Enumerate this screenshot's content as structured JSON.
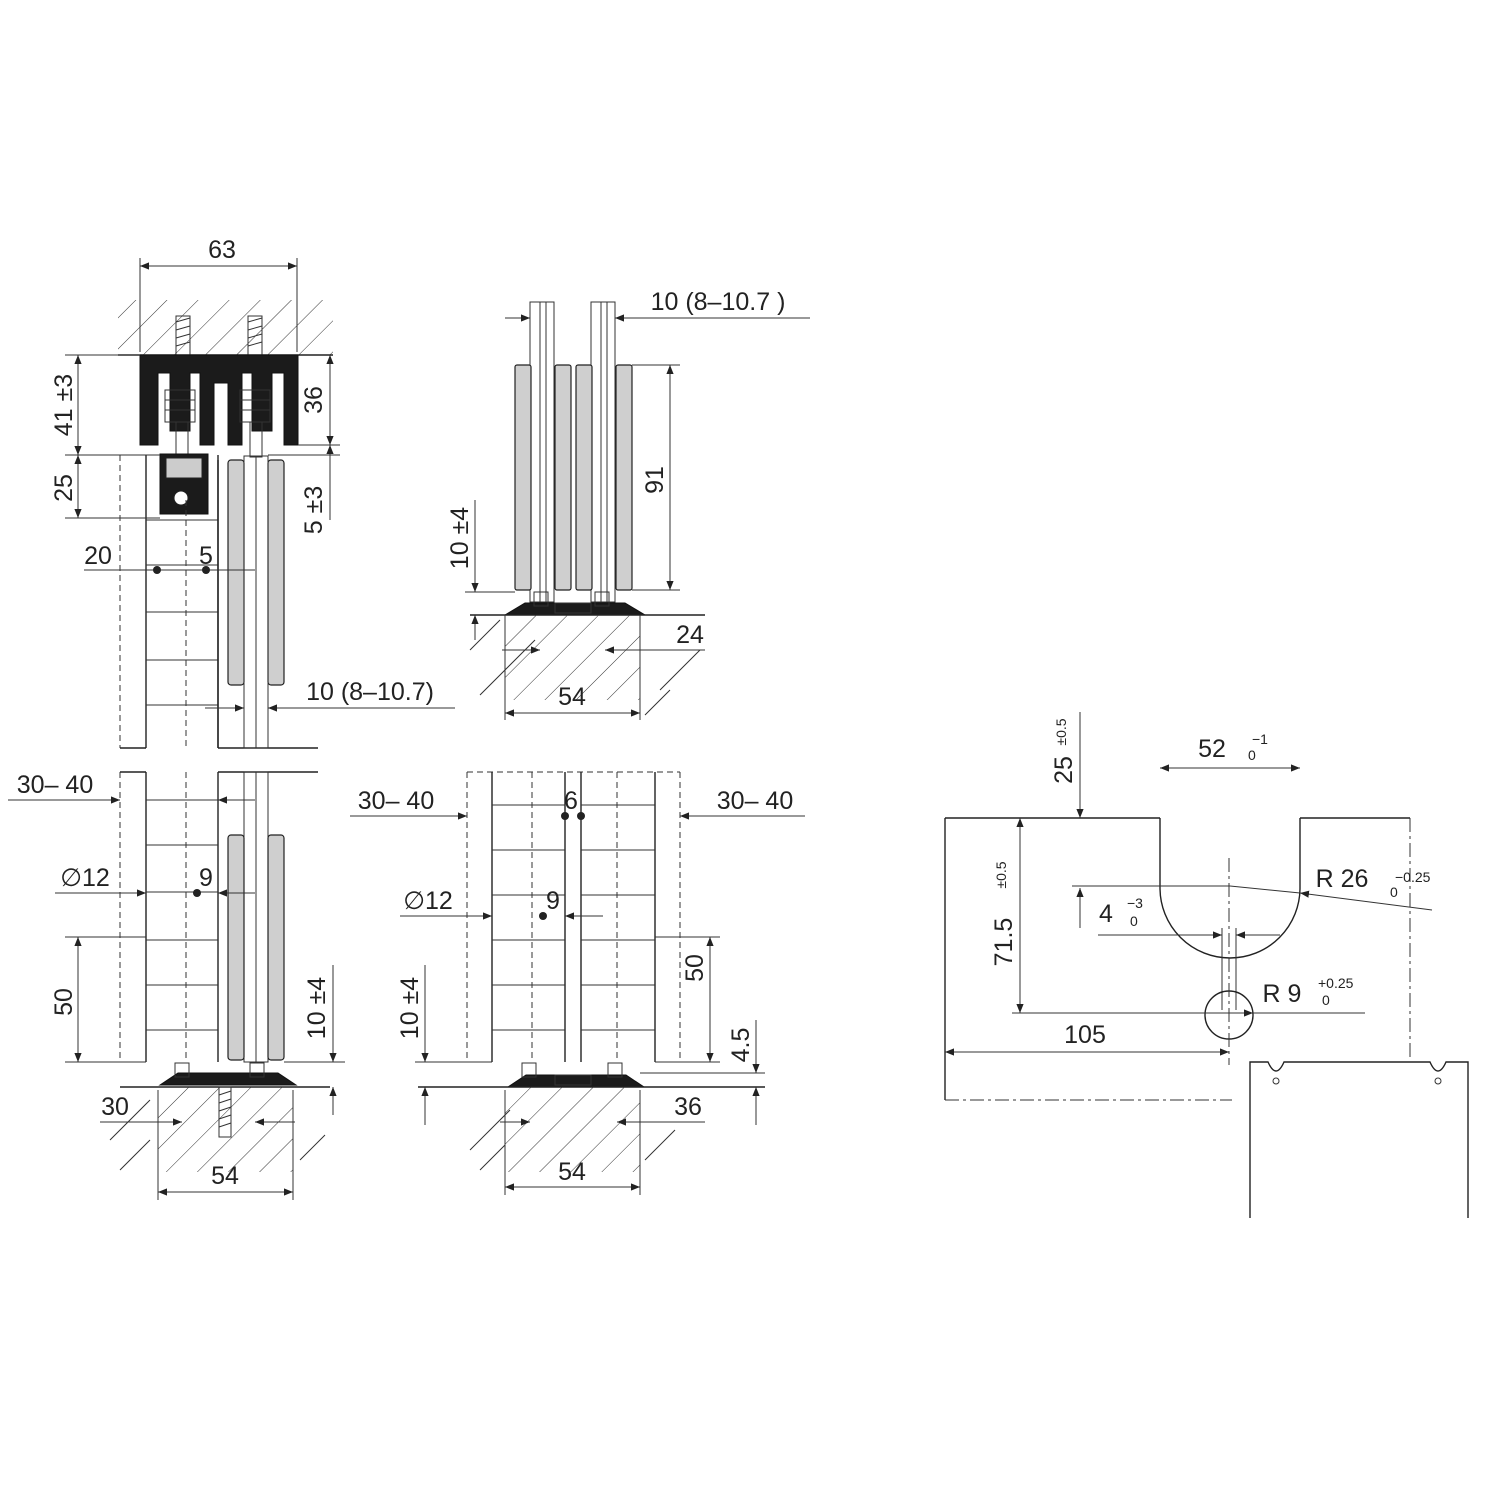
{
  "labels": {
    "v1_63": "63",
    "v1_41": "41 ±3",
    "v1_36": "36",
    "v1_25": "25",
    "v1_5pm3": "5 ±3",
    "v1_20": "20",
    "v1_5": "5",
    "v1_10range": "10 (8–10.7)",
    "v2_10range": "10 (8–10.7 )",
    "v2_91": "91",
    "v2_10pm4": "10 ±4",
    "v2_24": "24",
    "v2_54": "54",
    "v3_3040": "30– 40",
    "v3_d12": "∅12",
    "v3_9": "9",
    "v3_50": "50",
    "v3_10pm4": "10 ±4",
    "v3_30": "30",
    "v3_54": "54",
    "v4_3040a": "30– 40",
    "v4_6": "6",
    "v4_3040b": "30– 40",
    "v4_d12": "∅12",
    "v4_9": "9",
    "v4_10pm4": "10 ±4",
    "v4_50": "50",
    "v4_45": "4.5",
    "v4_36": "36",
    "v4_54": "54",
    "v5_25": "25",
    "v5_25tol": "±0.5",
    "v5_52": "52",
    "v5_52tol_up": "−1",
    "v5_52tol_lo": "0",
    "v5_r26": "R 26",
    "v5_r26tol_up": "−0.25",
    "v5_r26tol_lo": "0",
    "v5_715": "71.5",
    "v5_715tol": "±0.5",
    "v5_4": "4",
    "v5_4tol_up": "−3",
    "v5_4tol_lo": "0",
    "v5_r9": "R 9",
    "v5_r9tol_up": "+0.25",
    "v5_r9tol_lo": "0",
    "v5_105": "105"
  }
}
